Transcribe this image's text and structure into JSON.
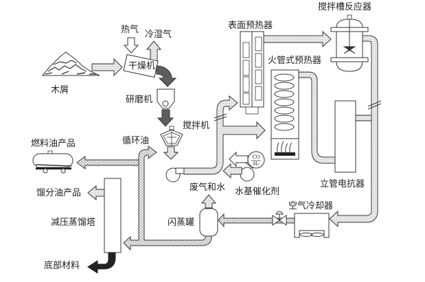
{
  "diagram": {
    "type": "process-flow",
    "subject": "wood-sawdust-to-fuel-oil process",
    "colors": {
      "stroke": "#333333",
      "pipe_fill": "#e6e6e6",
      "dark_arrow": "#555555",
      "black_arrow": "#222222"
    },
    "labels": {
      "sawdust": "木屑",
      "hot_air": "热气",
      "cold_humid_air": "冷湿气",
      "dryer": "干燥机",
      "grinder": "研磨机",
      "mixer": "搅拌机",
      "surface_preheater": "表面预热器",
      "firetube_preheater": "火管式预热器",
      "stirred_tank_reactor": "搅拌槽反应器",
      "vertical_tube_reactor": "立管电抗器",
      "water_catalyst": "水基催化剂",
      "co": "CO",
      "h2": "H₂",
      "exhaust_water": "废气和水",
      "air_cooler": "空气冷却器",
      "flash_tank": "闪蒸罐",
      "recycle_oil": "循环油",
      "fuel_oil_product": "燃料油产品",
      "distillate_product": "馏分油产品",
      "vacuum_column": "减压蒸馏塔",
      "bottoms": "底部材料"
    },
    "nodes": [
      {
        "id": "sawdust",
        "label_key": "sawdust"
      },
      {
        "id": "dryer",
        "label_key": "dryer"
      },
      {
        "id": "grinder",
        "label_key": "grinder"
      },
      {
        "id": "mixer",
        "label_key": "mixer"
      },
      {
        "id": "pump-1",
        "label_key": null
      },
      {
        "id": "surface-preheater",
        "label_key": "surface_preheater"
      },
      {
        "id": "firetube-preheater",
        "label_key": "firetube_preheater"
      },
      {
        "id": "stirred-tank-reactor",
        "label_key": "stirred_tank_reactor"
      },
      {
        "id": "vertical-tube-reactor",
        "label_key": "vertical_tube_reactor"
      },
      {
        "id": "air-cooler",
        "label_key": "air_cooler"
      },
      {
        "id": "valve",
        "label_key": null
      },
      {
        "id": "flash-tank",
        "label_key": "flash_tank"
      },
      {
        "id": "vacuum-column",
        "label_key": "vacuum_column"
      },
      {
        "id": "fuel-oil-tank",
        "label_key": "fuel_oil_product"
      }
    ],
    "edges": [
      {
        "from": "sawdust",
        "to": "dryer"
      },
      {
        "from": "hot_air",
        "to": "dryer"
      },
      {
        "from": "dryer",
        "to": "cold_humid_air"
      },
      {
        "from": "dryer",
        "to": "grinder"
      },
      {
        "from": "grinder",
        "to": "mixer"
      },
      {
        "from": "mixer",
        "to": "pump-1"
      },
      {
        "from": "pump-1",
        "to": "surface-preheater"
      },
      {
        "from": "pump-1",
        "to": "firetube-preheater"
      },
      {
        "from": "surface-preheater",
        "to": "stirred-tank-reactor"
      },
      {
        "from": "firetube-preheater",
        "to": "vertical-tube-reactor"
      },
      {
        "from": "stirred-tank-reactor",
        "to": "air-cooler"
      },
      {
        "from": "vertical-tube-reactor",
        "to": "air-cooler"
      },
      {
        "from": "co-h2",
        "to": "process"
      },
      {
        "from": "water-catalyst-pump",
        "to": "process"
      },
      {
        "from": "air-cooler",
        "to": "valve"
      },
      {
        "from": "valve",
        "to": "flash-tank"
      },
      {
        "from": "flash-tank",
        "to": "exhaust_water"
      },
      {
        "from": "flash-tank",
        "to": "vacuum-column"
      },
      {
        "from": "vacuum-column",
        "to": "distillate_product"
      },
      {
        "from": "vacuum-column",
        "to": "bottoms"
      },
      {
        "from": "recycle",
        "to": "fuel-oil-tank"
      },
      {
        "from": "recycle",
        "to": "mixer",
        "label_key": "recycle_oil"
      }
    ]
  }
}
